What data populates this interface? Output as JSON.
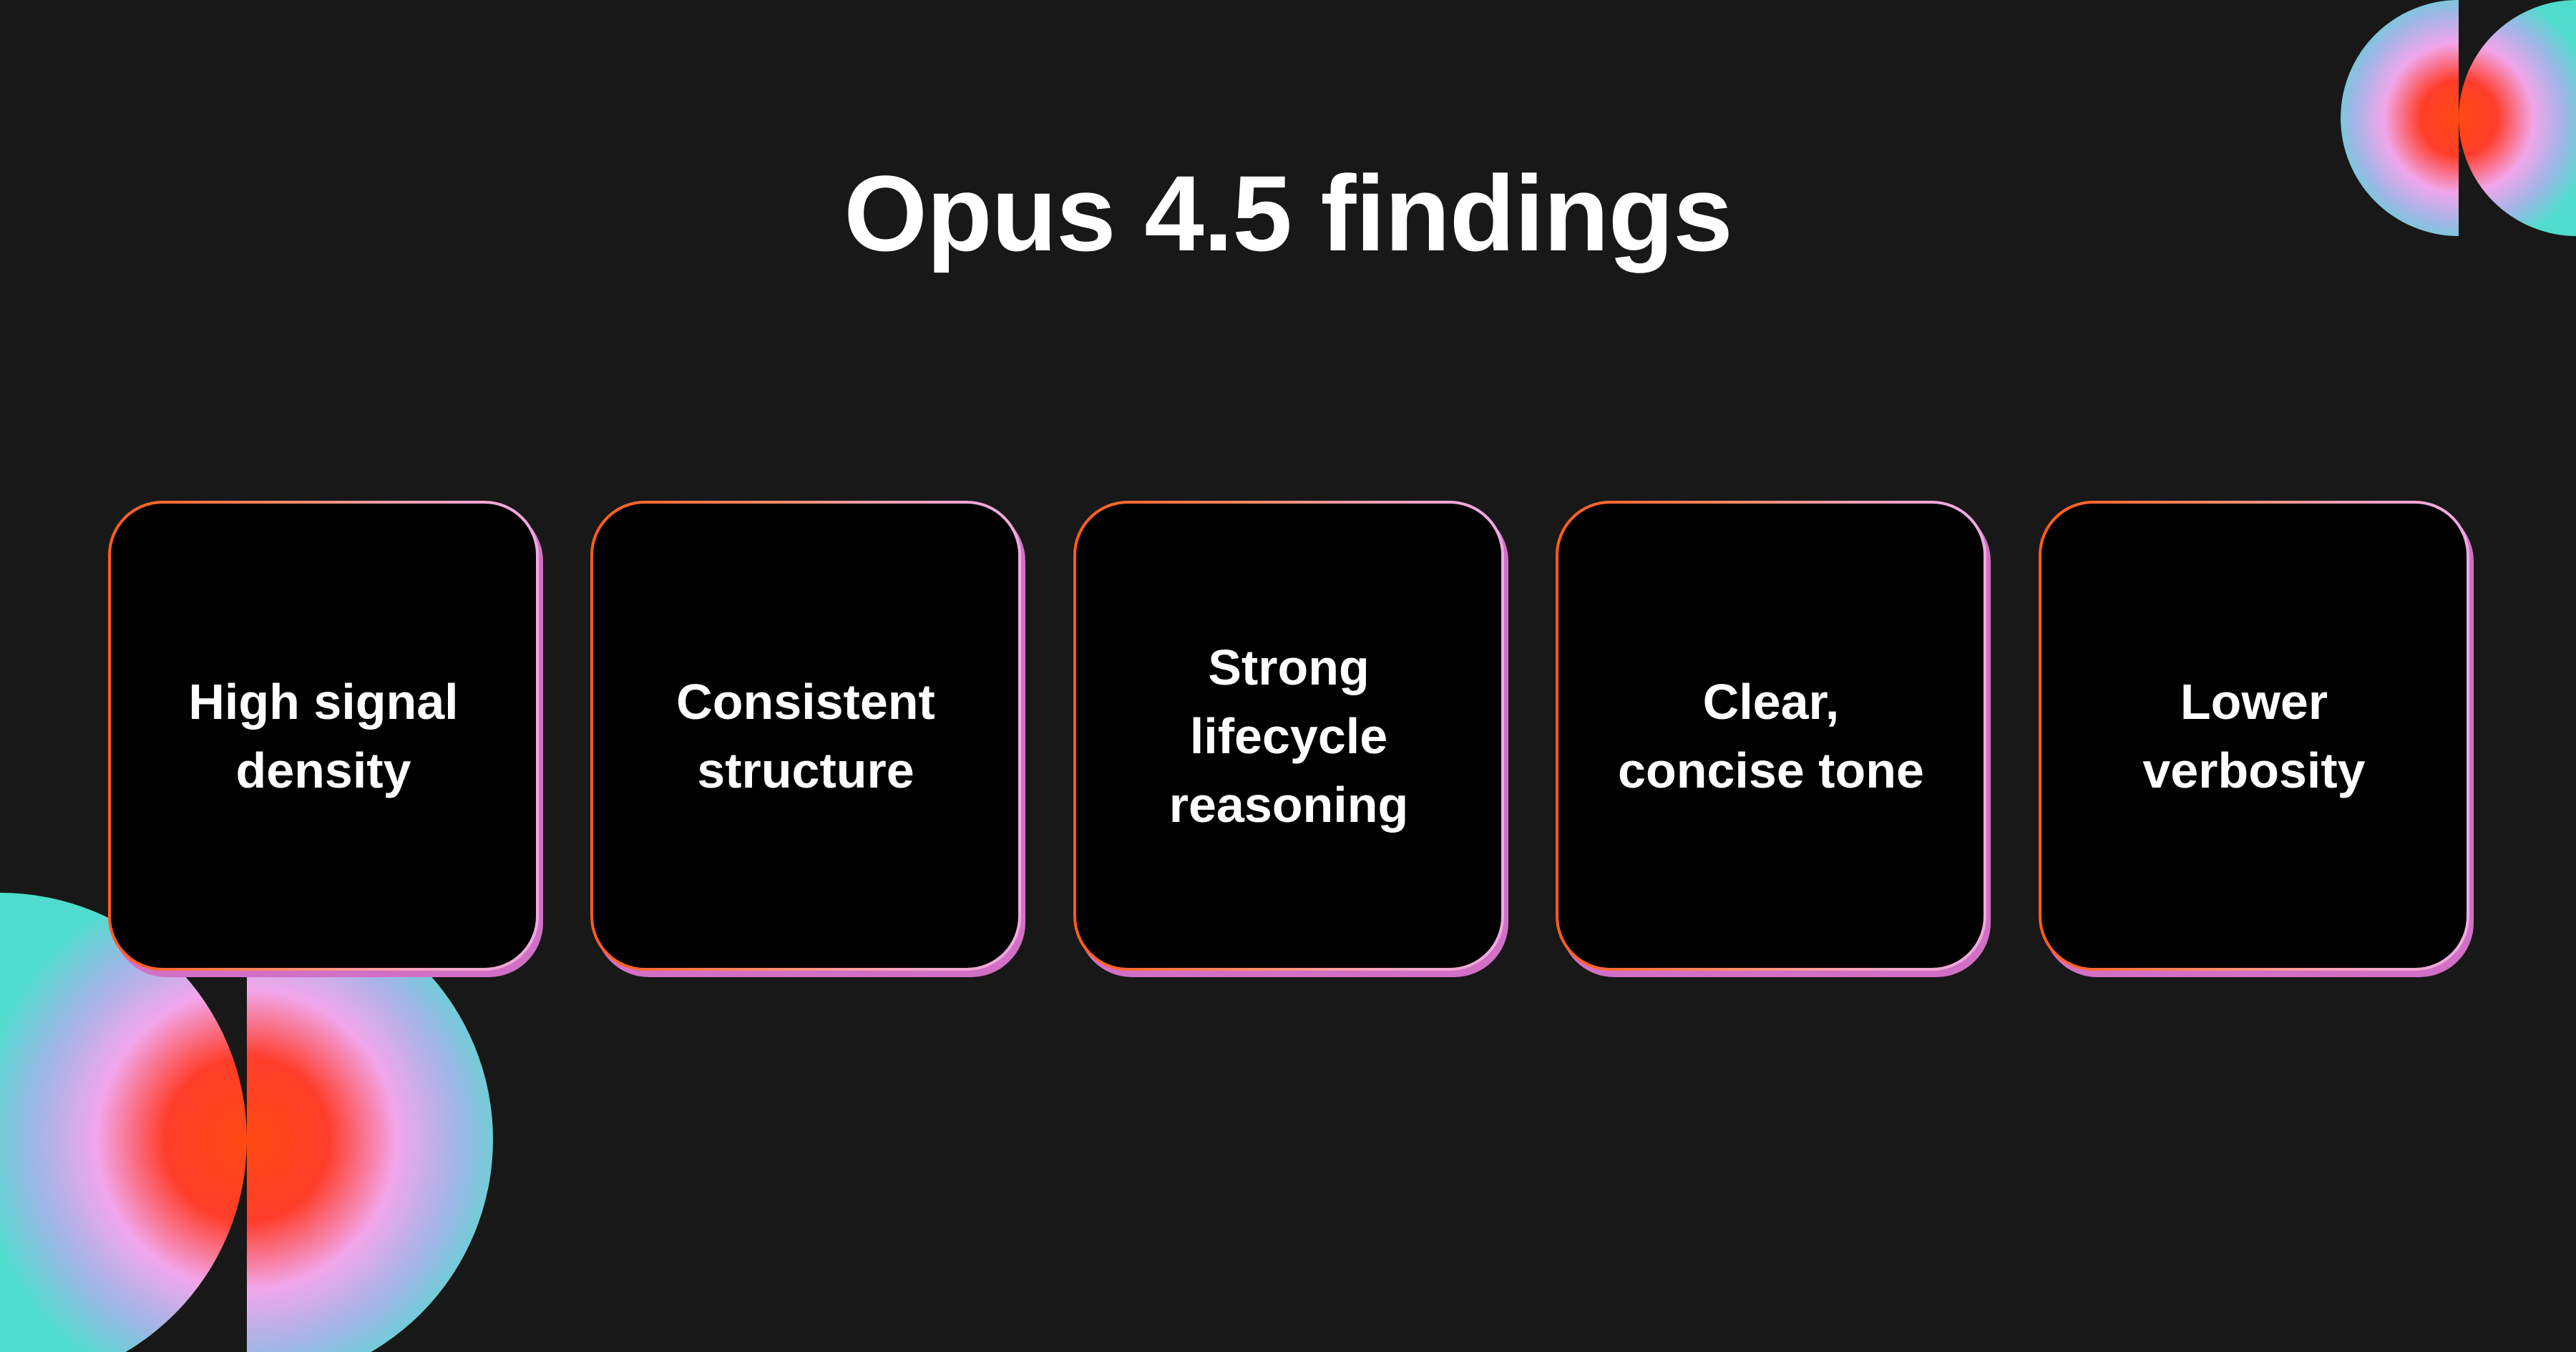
{
  "title": "Opus 4.5 findings",
  "cards": [
    {
      "label": "High signal\ndensity"
    },
    {
      "label": "Consistent\nstructure"
    },
    {
      "label": "Strong\nlifecycle\nreasoning"
    },
    {
      "label": "Clear,\nconcise tone"
    },
    {
      "label": "Lower\nverbosity"
    }
  ],
  "colors": {
    "background": "#181818",
    "card_fill": "#000000",
    "border_start": "#ff5a1c",
    "border_end": "#eeaae2",
    "card_shadow": "#d26fc6",
    "deco_center": "#ff4a12",
    "deco_mid": "#f2a6ea",
    "deco_edge": "#4fdccd"
  }
}
